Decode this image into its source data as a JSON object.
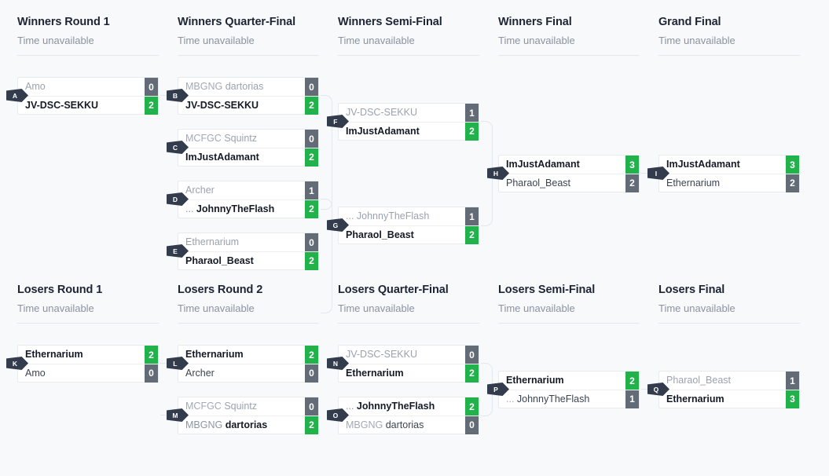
{
  "page": {
    "background": "#f8f9fb",
    "accent_win": "#22b24c",
    "accent_lose": "#636b77",
    "badge_color": "#333c4c"
  },
  "rounds": [
    {
      "id": "winners-round-1",
      "title": "Winners Round 1",
      "time": "Time unavailable"
    },
    {
      "id": "winners-quarter-final",
      "title": "Winners Quarter-Final",
      "time": "Time unavailable"
    },
    {
      "id": "winners-semi-final",
      "title": "Winners Semi-Final",
      "time": "Time unavailable"
    },
    {
      "id": "winners-final",
      "title": "Winners Final",
      "time": "Time unavailable"
    },
    {
      "id": "grand-final",
      "title": "Grand Final",
      "time": "Time unavailable"
    },
    {
      "id": "losers-round-1",
      "title": "Losers Round 1",
      "time": "Time unavailable"
    },
    {
      "id": "losers-round-2",
      "title": "Losers Round 2",
      "time": "Time unavailable"
    },
    {
      "id": "losers-quarter-final",
      "title": "Losers Quarter-Final",
      "time": "Time unavailable"
    },
    {
      "id": "losers-semi-final",
      "title": "Losers Semi-Final",
      "time": "Time unavailable"
    },
    {
      "id": "losers-final",
      "title": "Losers Final",
      "time": "Time unavailable"
    }
  ],
  "matches": [
    {
      "letter": "A",
      "round": "winners-round-1",
      "top": {
        "tag": "",
        "name": "Amo",
        "score": "0",
        "winner": false
      },
      "bottom": {
        "tag": "",
        "name": "JV-DSC-SEKKU",
        "score": "2",
        "winner": true
      }
    },
    {
      "letter": "B",
      "round": "winners-quarter-final",
      "top": {
        "tag": "MBGNG",
        "name": "dartorias",
        "score": "0",
        "winner": false
      },
      "bottom": {
        "tag": "",
        "name": "JV-DSC-SEKKU",
        "score": "2",
        "winner": true
      }
    },
    {
      "letter": "C",
      "round": "winners-quarter-final",
      "top": {
        "tag": "MCFGC",
        "name": "Squintz",
        "score": "0",
        "winner": false
      },
      "bottom": {
        "tag": "",
        "name": "ImJustAdamant",
        "score": "2",
        "winner": true
      }
    },
    {
      "letter": "D",
      "round": "winners-quarter-final",
      "top": {
        "tag": "",
        "name": "Archer",
        "score": "1",
        "winner": false
      },
      "bottom": {
        "tag": "...",
        "name": "JohnnyTheFlash",
        "score": "2",
        "winner": true
      }
    },
    {
      "letter": "E",
      "round": "winners-quarter-final",
      "top": {
        "tag": "",
        "name": "Ethernarium",
        "score": "0",
        "winner": false
      },
      "bottom": {
        "tag": "",
        "name": "Pharaol_Beast",
        "score": "2",
        "winner": true
      }
    },
    {
      "letter": "F",
      "round": "winners-semi-final",
      "top": {
        "tag": "",
        "name": "JV-DSC-SEKKU",
        "score": "1",
        "winner": false
      },
      "bottom": {
        "tag": "",
        "name": "ImJustAdamant",
        "score": "2",
        "winner": true
      }
    },
    {
      "letter": "G",
      "round": "winners-semi-final",
      "top": {
        "tag": "...",
        "name": "JohnnyTheFlash",
        "score": "1",
        "winner": false
      },
      "bottom": {
        "tag": "",
        "name": "Pharaol_Beast",
        "score": "2",
        "winner": true
      }
    },
    {
      "letter": "H",
      "round": "winners-final",
      "top": {
        "tag": "",
        "name": "ImJustAdamant",
        "score": "3",
        "winner": true
      },
      "bottom": {
        "tag": "",
        "name": "Pharaol_Beast",
        "score": "2",
        "winner": false
      }
    },
    {
      "letter": "I",
      "round": "grand-final",
      "top": {
        "tag": "",
        "name": "ImJustAdamant",
        "score": "3",
        "winner": true
      },
      "bottom": {
        "tag": "",
        "name": "Ethernarium",
        "score": "2",
        "winner": false
      }
    },
    {
      "letter": "K",
      "round": "losers-round-1",
      "top": {
        "tag": "",
        "name": "Ethernarium",
        "score": "2",
        "winner": true
      },
      "bottom": {
        "tag": "",
        "name": "Amo",
        "score": "0",
        "winner": false
      }
    },
    {
      "letter": "L",
      "round": "losers-round-2",
      "top": {
        "tag": "",
        "name": "Ethernarium",
        "score": "2",
        "winner": true
      },
      "bottom": {
        "tag": "",
        "name": "Archer",
        "score": "0",
        "winner": false
      }
    },
    {
      "letter": "M",
      "round": "losers-round-2",
      "top": {
        "tag": "MCFGC",
        "name": "Squintz",
        "score": "0",
        "winner": false
      },
      "bottom": {
        "tag": "MBGNG",
        "name": "dartorias",
        "score": "2",
        "winner": true
      }
    },
    {
      "letter": "N",
      "round": "losers-quarter-final",
      "top": {
        "tag": "",
        "name": "JV-DSC-SEKKU",
        "score": "0",
        "winner": false
      },
      "bottom": {
        "tag": "",
        "name": "Ethernarium",
        "score": "2",
        "winner": true
      }
    },
    {
      "letter": "O",
      "round": "losers-quarter-final",
      "top": {
        "tag": "...",
        "name": "JohnnyTheFlash",
        "score": "2",
        "winner": true
      },
      "bottom": {
        "tag": "MBGNG",
        "name": "dartorias",
        "score": "0",
        "winner": false
      }
    },
    {
      "letter": "P",
      "round": "losers-semi-final",
      "top": {
        "tag": "",
        "name": "Ethernarium",
        "score": "2",
        "winner": true
      },
      "bottom": {
        "tag": "...",
        "name": "JohnnyTheFlash",
        "score": "1",
        "winner": false
      }
    },
    {
      "letter": "Q",
      "round": "losers-final",
      "top": {
        "tag": "",
        "name": "Pharaol_Beast",
        "score": "1",
        "winner": false
      },
      "bottom": {
        "tag": "",
        "name": "Ethernarium",
        "score": "3",
        "winner": true
      }
    }
  ]
}
